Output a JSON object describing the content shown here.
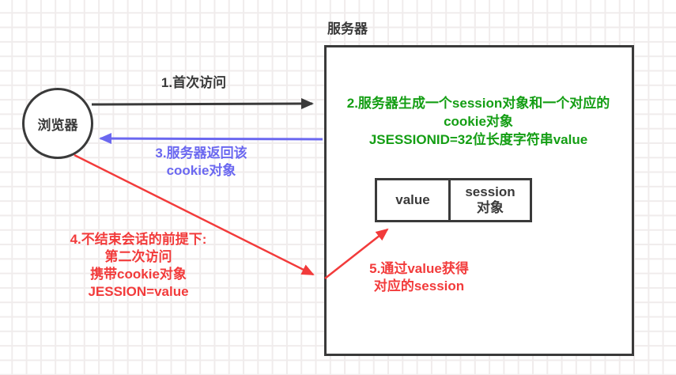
{
  "server": {
    "title": "服务器"
  },
  "browser": {
    "label": "浏览器"
  },
  "steps": {
    "step1": "1.首次访问",
    "step2": "2.服务器生成一个session对象和一个对应的\ncookie对象\nJSESSIONID=32位长度字符串value",
    "step3": "3.服务器返回该\ncookie对象",
    "step4": "4.不结束会话的前提下:\n第二次访问\n携带cookie对象\nJESSION=value",
    "step5": "5.通过value获得\n对应的session"
  },
  "table": {
    "cells": [
      "value",
      "session\n对象"
    ]
  },
  "colors": {
    "ink": "#3a3a3a",
    "green": "#149e14",
    "blue": "#6b68f0",
    "red": "#f23b3b",
    "grid": "#f0ecec"
  }
}
